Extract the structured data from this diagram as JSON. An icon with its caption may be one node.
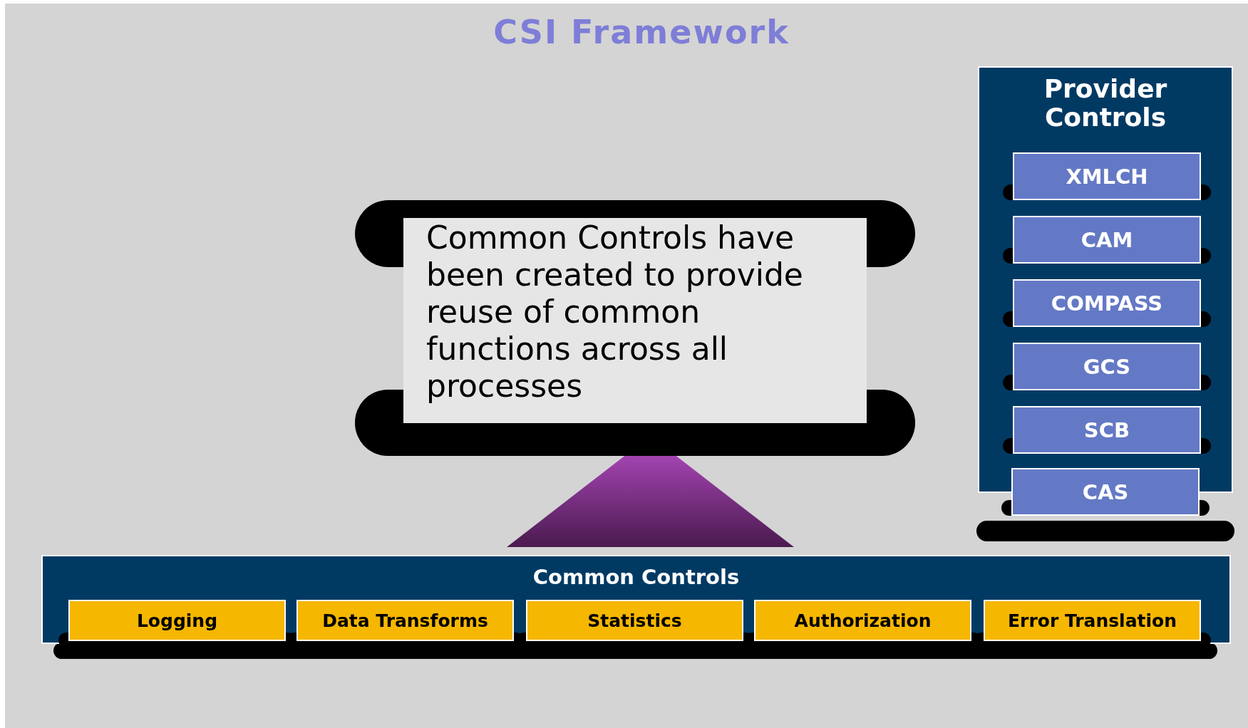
{
  "diagram": {
    "title": "CSI Framework",
    "nodes": [
      {
        "text": [
          "Common Controls have been created to provide reuse of common functions across all processes"
        ]
      },
      {
        "text": [],
        "shape": "triangle"
      },
      {
        "text": [
          "Provider Controls"
        ]
      },
      {
        "text": [
          "XMLCH"
        ],
        "in": 2
      },
      {
        "text": [
          "CAM"
        ],
        "in": 2
      },
      {
        "text": [
          "COMPASS"
        ],
        "in": 2
      },
      {
        "text": [
          "GCS"
        ],
        "in": 2
      },
      {
        "text": [
          "SCB"
        ],
        "in": 2
      },
      {
        "text": [
          "CAS"
        ]
      },
      {
        "text": [],
        "shape": "bar"
      },
      {
        "text": [
          "Common Controls"
        ]
      },
      {
        "text": [
          "Logging"
        ],
        "in": 10
      },
      {
        "text": [
          "Data Transforms"
        ],
        "in": 10
      },
      {
        "text": [
          "Statistics"
        ],
        "in": 10
      },
      {
        "text": [
          "Authorization"
        ],
        "in": 10
      },
      {
        "text": [
          "Error Translation"
        ],
        "in": 10
      },
      {
        "text": [],
        "shape": "bar"
      }
    ],
    "edges": []
  }
}
